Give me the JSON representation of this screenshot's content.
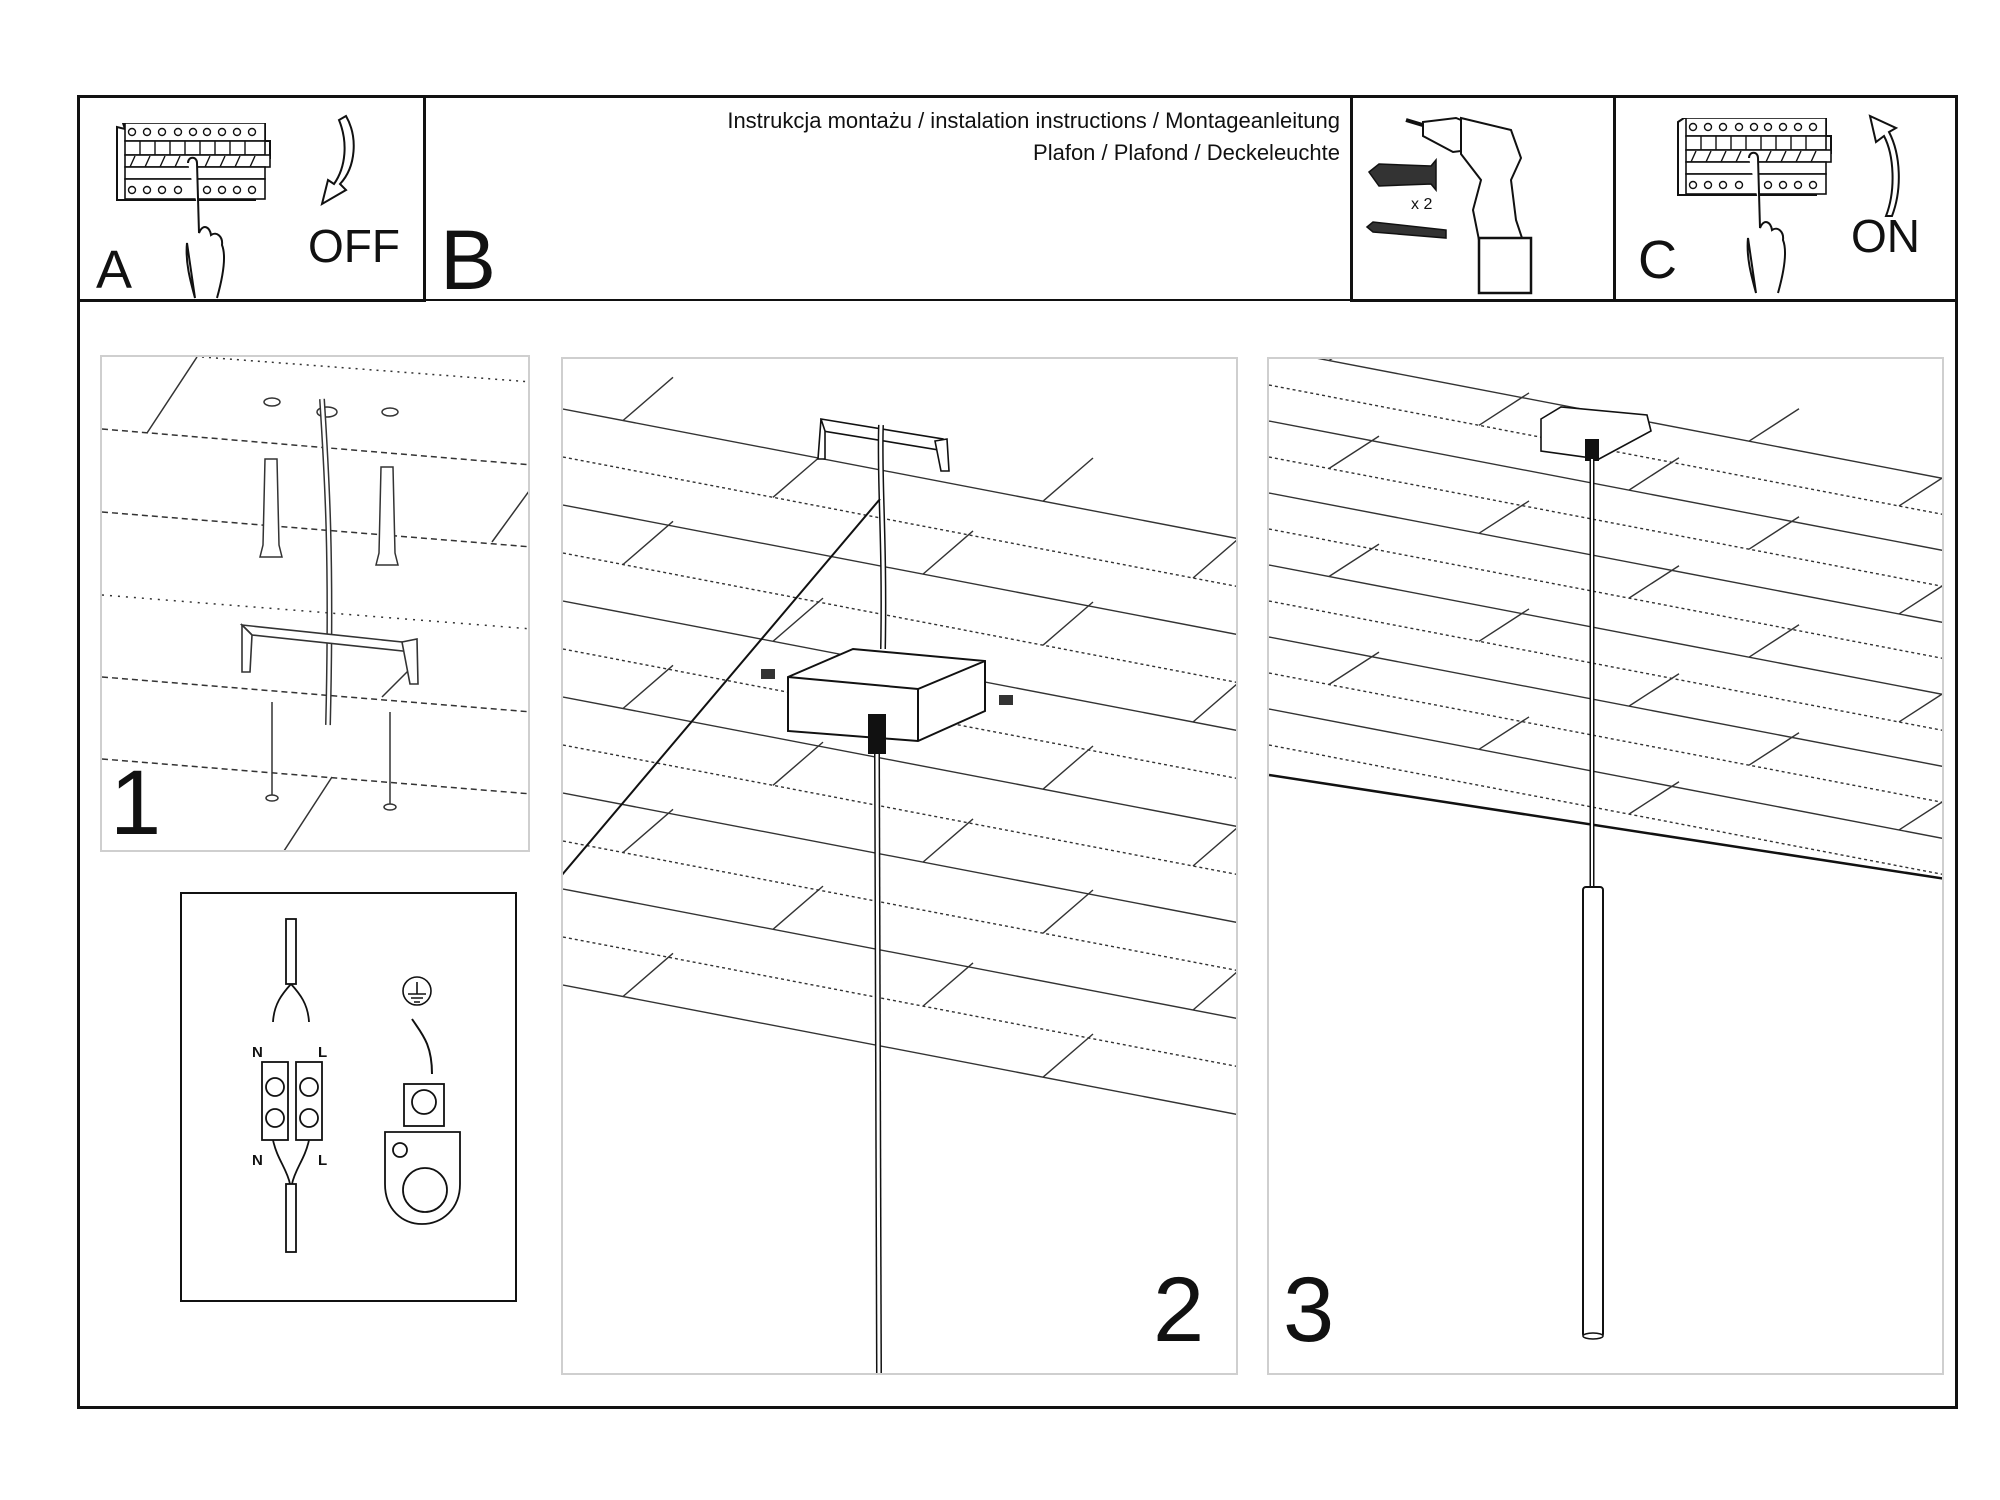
{
  "header": {
    "title_line1": "Instrukcja montażu / instalation instructions / Montageanleitung",
    "title_line2": "Plafon / Plafond / Deckeleuchte",
    "section_b_label": "B"
  },
  "step_a": {
    "letter": "A",
    "action": "OFF",
    "icons": [
      "breaker-panel-icon",
      "hand-pointer-icon",
      "arrow-down-curved-icon"
    ]
  },
  "tools": {
    "quantity": "x 2",
    "icons": [
      "drill-icon",
      "wall-plug-icon",
      "screw-icon"
    ]
  },
  "step_c": {
    "letter": "C",
    "action": "ON",
    "icons": [
      "breaker-panel-icon",
      "hand-pointer-icon",
      "arrow-up-curved-icon"
    ]
  },
  "steps": [
    {
      "number": "1",
      "description_icons": [
        "ceiling-icon",
        "wall-plug-icon",
        "mounting-bracket-icon",
        "screw-icon",
        "cable-icon"
      ]
    },
    {
      "number": "2",
      "description_icons": [
        "ceiling-icon",
        "mounting-bracket-icon",
        "canopy-icon",
        "cable-icon"
      ]
    },
    {
      "number": "3",
      "description_icons": [
        "ceiling-icon",
        "canopy-icon",
        "pendant-tube-icon"
      ]
    }
  ],
  "wiring": {
    "top_left": "N",
    "top_right": "L",
    "bottom_left": "N",
    "bottom_right": "L",
    "ground_symbol": "ground-icon"
  },
  "colors": {
    "line": "#111111",
    "panel_border": "#cfcfcf",
    "background": "#ffffff"
  }
}
